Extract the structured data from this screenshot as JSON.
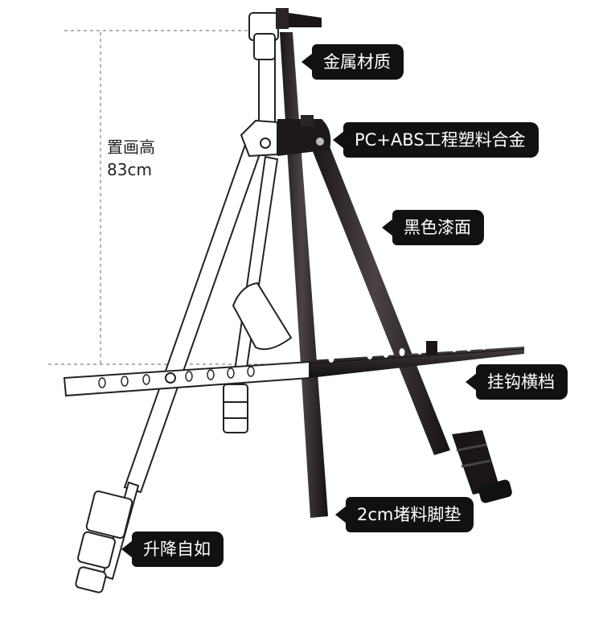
{
  "dimension": {
    "label": "置画高",
    "value": "83cm"
  },
  "callouts": [
    {
      "id": "material",
      "text": "金属材质"
    },
    {
      "id": "joint",
      "text": "PC+ABS工程塑料合金"
    },
    {
      "id": "finish",
      "text": "黑色漆面"
    },
    {
      "id": "crossbar",
      "text": "挂钩横档"
    },
    {
      "id": "feet",
      "text": "2cm堵料脚垫"
    },
    {
      "id": "legs",
      "text": "升降自如"
    }
  ],
  "colors": {
    "callout_bg": "#111111",
    "callout_text": "#ffffff",
    "metal_dark": "#2a2426",
    "line_art": "#222222"
  }
}
